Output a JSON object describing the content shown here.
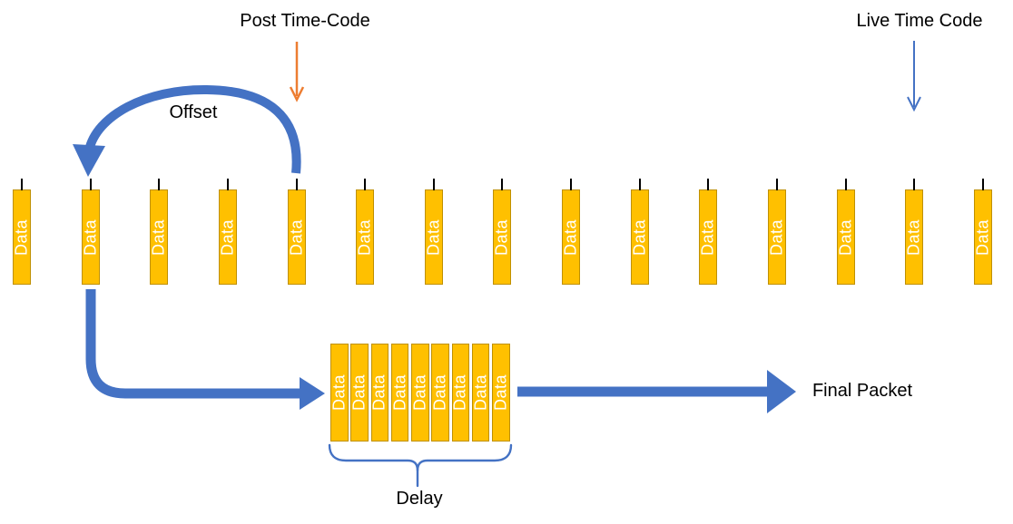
{
  "diagram": {
    "post_time_code_label": "Post Time-Code",
    "live_time_code_label": "Live Time Code",
    "offset_label": "Offset",
    "delay_label": "Delay",
    "final_packet_label": "Final Packet",
    "timeline": {
      "packet_count": 15,
      "packet_label": "Data"
    },
    "delay_buffer": {
      "packet_count": 9,
      "packet_label": "Data"
    },
    "colors": {
      "packet_fill": "#FFC000",
      "packet_border": "#BF9000",
      "packet_text": "#FFFFFF",
      "blue_arrow": "#4472C4",
      "orange_arrow": "#ED7D31",
      "label_text": "#000000"
    }
  }
}
